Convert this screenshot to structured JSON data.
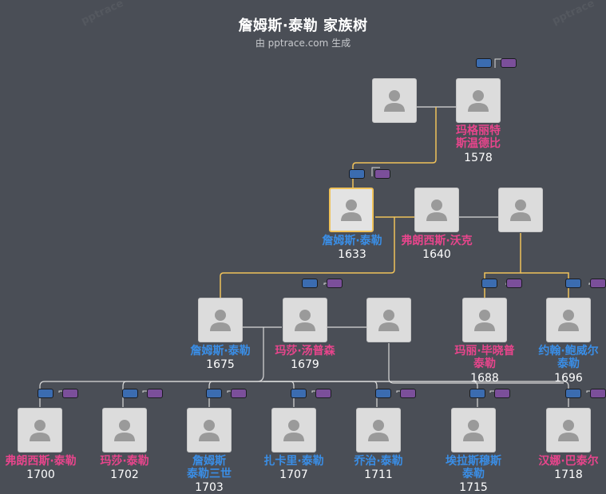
{
  "header": {
    "title": "詹姆斯·泰勒 家族树",
    "subtitle": "由 pptrace.com 生成",
    "watermark": "pptrace"
  },
  "colors": {
    "background": "#4a4e56",
    "male": "#3a8ee6",
    "female": "#e8458c",
    "highlight_line": "#f0c25a",
    "line": "#d9d9d9",
    "card": "#dcdcdc"
  },
  "people": [
    {
      "id": "g1a",
      "name_lines": [],
      "year": "",
      "gender": "m"
    },
    {
      "id": "g1b",
      "name_lines": [
        "玛格丽特",
        "斯温德比"
      ],
      "year": "1578",
      "gender": "f"
    },
    {
      "id": "james",
      "name_lines": [
        "詹姆斯·泰勒"
      ],
      "year": "1633",
      "gender": "m",
      "selected": true
    },
    {
      "id": "frances",
      "name_lines": [
        "弗朗西斯·沃克"
      ],
      "year": "1640",
      "gender": "f"
    },
    {
      "id": "g2c",
      "name_lines": [],
      "year": "",
      "gender": "m"
    },
    {
      "id": "james2",
      "name_lines": [
        "詹姆斯·泰勒"
      ],
      "year": "1675",
      "gender": "m"
    },
    {
      "id": "martha",
      "name_lines": [
        "玛莎·汤普森"
      ],
      "year": "1679",
      "gender": "f"
    },
    {
      "id": "g3c",
      "name_lines": [],
      "year": "",
      "gender": "m"
    },
    {
      "id": "mary",
      "name_lines": [
        "玛丽·毕晓普",
        "泰勒"
      ],
      "year": "1688",
      "gender": "f"
    },
    {
      "id": "john",
      "name_lines": [
        "约翰·鲍威尔",
        "泰勒"
      ],
      "year": "1696",
      "gender": "m"
    },
    {
      "id": "c1",
      "name_lines": [
        "弗朗西斯·泰勒"
      ],
      "year": "1700",
      "gender": "f"
    },
    {
      "id": "c2",
      "name_lines": [
        "玛莎·泰勒"
      ],
      "year": "1702",
      "gender": "f"
    },
    {
      "id": "c3",
      "name_lines": [
        "詹姆斯",
        "泰勒三世"
      ],
      "year": "1703",
      "gender": "m"
    },
    {
      "id": "c4",
      "name_lines": [
        "扎卡里·泰勒"
      ],
      "year": "1707",
      "gender": "m"
    },
    {
      "id": "c5",
      "name_lines": [
        "乔治·泰勒"
      ],
      "year": "1711",
      "gender": "m"
    },
    {
      "id": "c6",
      "name_lines": [
        "埃拉斯穆斯",
        "泰勒"
      ],
      "year": "1715",
      "gender": "m"
    },
    {
      "id": "c7",
      "name_lines": [
        "汉娜·巴泰尔"
      ],
      "year": "1718",
      "gender": "f"
    }
  ]
}
